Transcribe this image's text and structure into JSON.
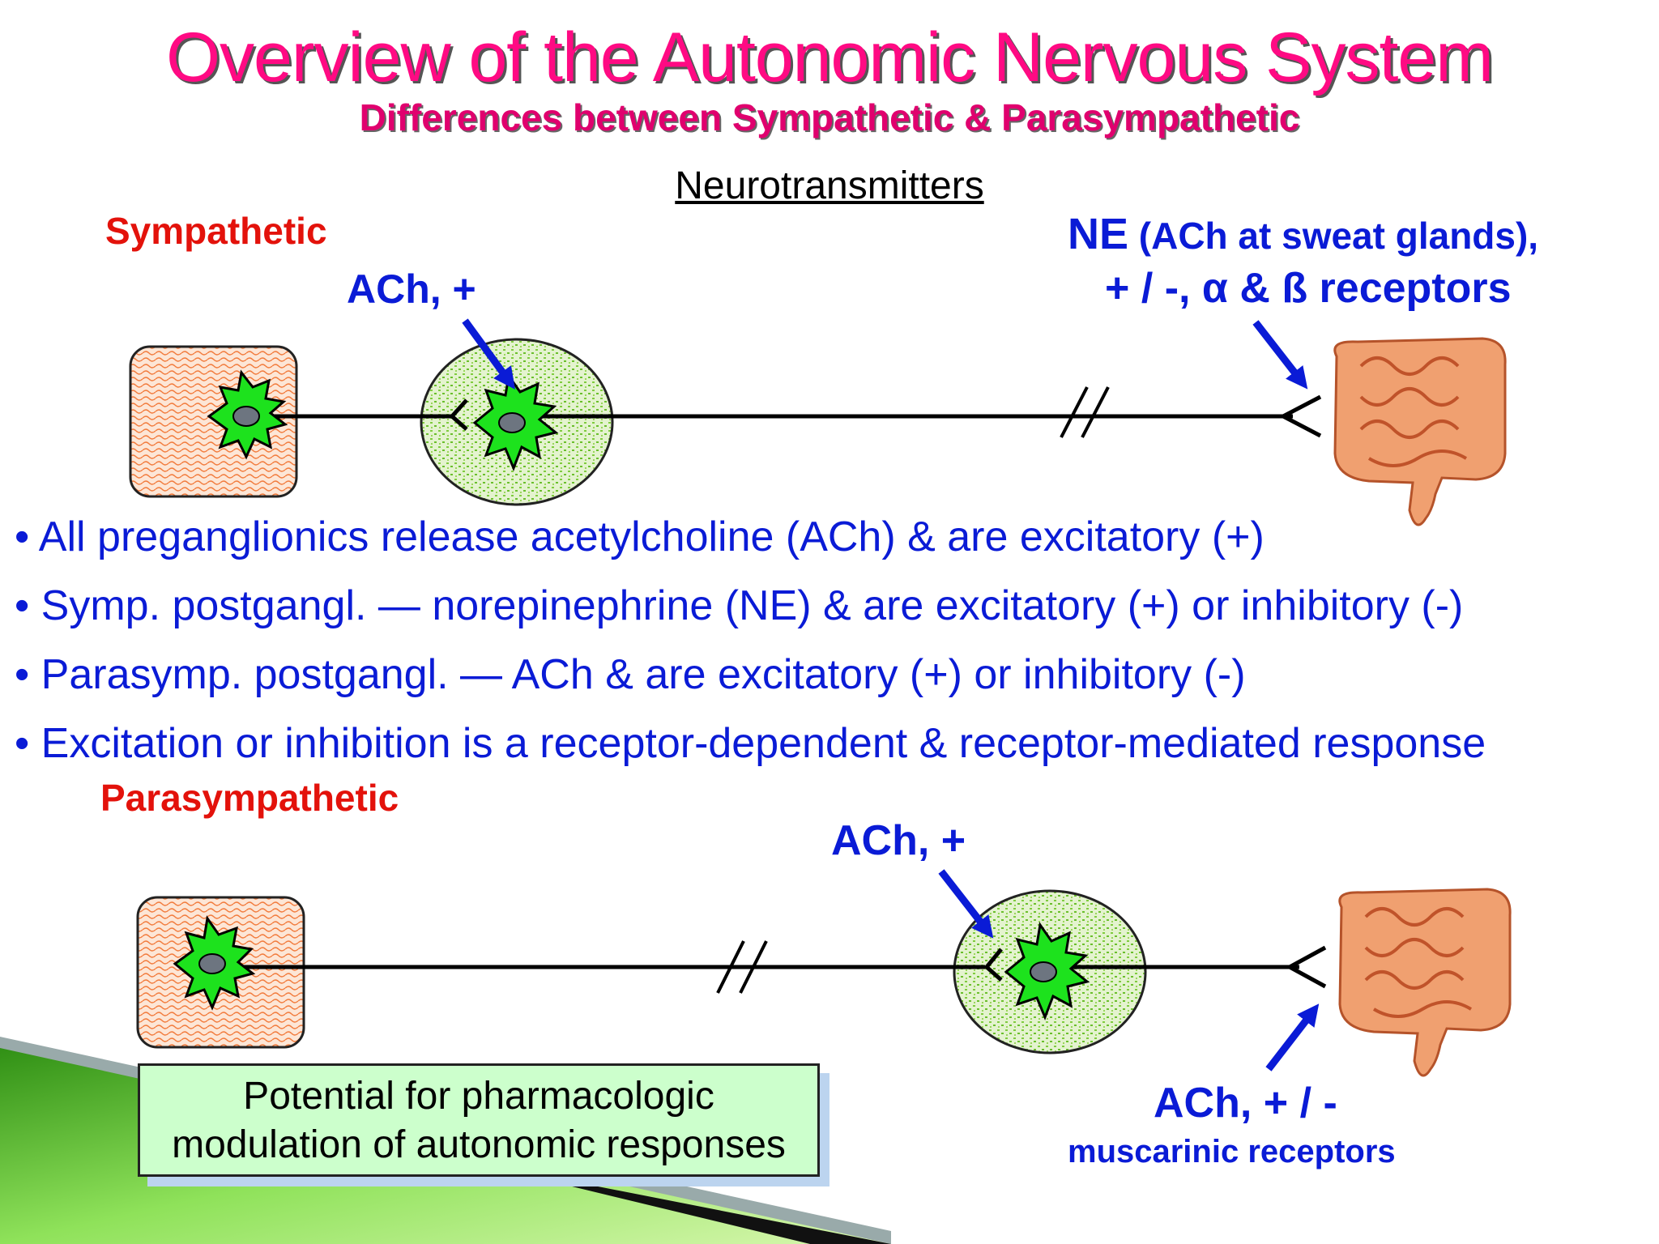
{
  "header": {
    "title": "Overview of the Autonomic Nervous System",
    "subtitle": "Differences between Sympathetic & Parasympathetic",
    "section_heading": "Neurotransmitters"
  },
  "sympathetic": {
    "label": "Sympathetic",
    "ganglion_label": "ACh, +",
    "target_line1_strong": "NE",
    "target_line1_rest": " (ACh at sweat glands),",
    "target_line2": "+ / -, α & ß receptors"
  },
  "bullets": [
    "All preganglionics release acetylcholine (ACh) & are excitatory (+)",
    "Symp. postgangl. — norepinephrine (NE) & are excitatory (+) or inhibitory (-)",
    "Parasymp. postgangl. — ACh & are excitatory (+) or inhibitory (-)",
    "Excitation or inhibition is a receptor-dependent & receptor-mediated response"
  ],
  "parasympathetic": {
    "label": "Parasympathetic",
    "ganglion_label": "ACh, +",
    "target_line1": "ACh, + / -",
    "target_line2": "muscarinic receptors"
  },
  "callout": {
    "line1": "Potential for pharmacologic",
    "line2": "modulation of autonomic responses"
  },
  "colors": {
    "title": "#ff0a83",
    "label_red": "#e3120b",
    "text_blue": "#0a1bd6",
    "neuron_green": "#1de21d",
    "ganglion_green": "#d8f0b8",
    "cns_box": "#fde3d2",
    "callout_bg": "#ccffcc",
    "corner_green": "#3fa51a"
  }
}
